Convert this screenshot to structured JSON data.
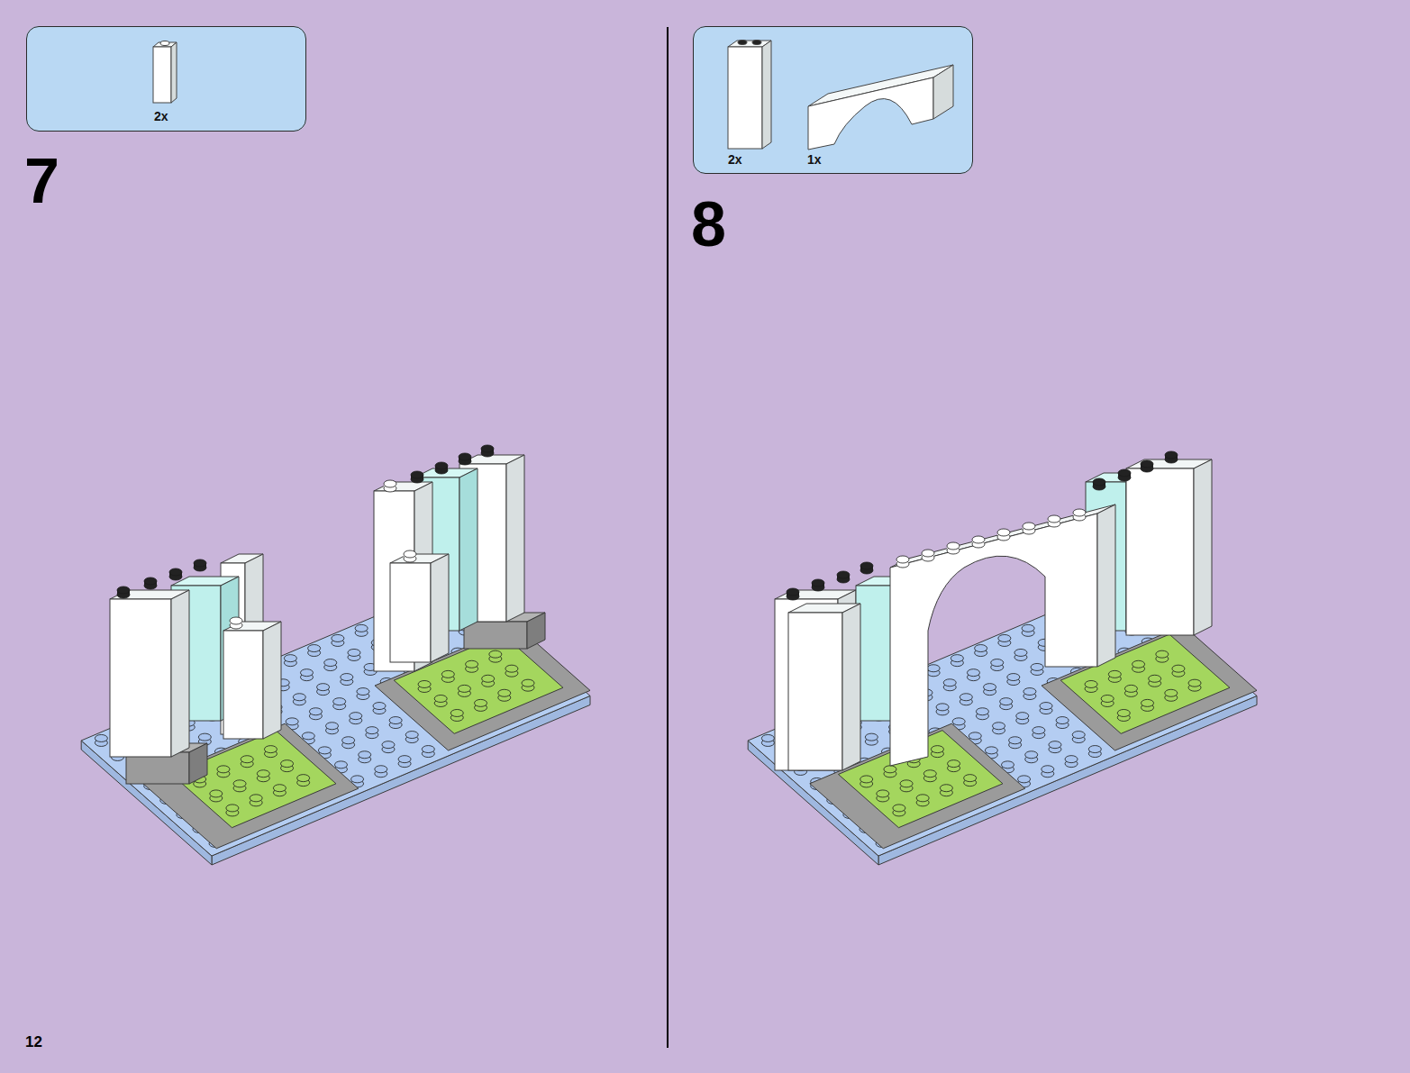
{
  "diagram": {
    "nodes": [
      {
        "text": [
          "2x"
        ]
      },
      {
        "text": [
          "2x",
          "1x"
        ]
      }
    ],
    "edges": [],
    "labels": [
      "7",
      "8",
      "12"
    ]
  }
}
